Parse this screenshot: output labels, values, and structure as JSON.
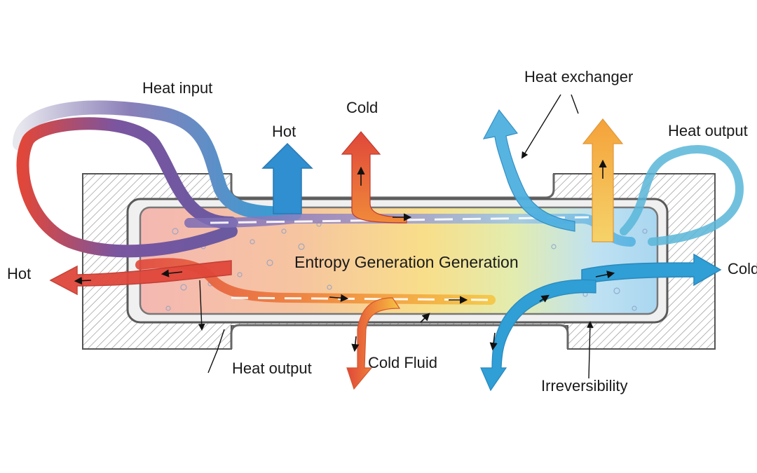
{
  "diagram": {
    "center_label": "Entropy Generation Generation",
    "labels": {
      "heat_input": "Heat input",
      "cold_top": "Cold",
      "hot_top": "Hot",
      "heat_exchanger": "Heat exchanger",
      "heat_output_right": "Heat output",
      "hot_left": "Hot",
      "cold_right": "Cold",
      "heat_output_bottom": "Heat output",
      "cold_fluid": "Cold Fluid",
      "irreversibility": "Irreversibility"
    }
  },
  "colors": {
    "hot": "#e0473a",
    "warm": "#f08a3a",
    "yellow": "#f5c542",
    "cold": "#2f9fd6",
    "purple": "#6a5aa0",
    "hatch": "#555555",
    "frame": "#666666"
  }
}
